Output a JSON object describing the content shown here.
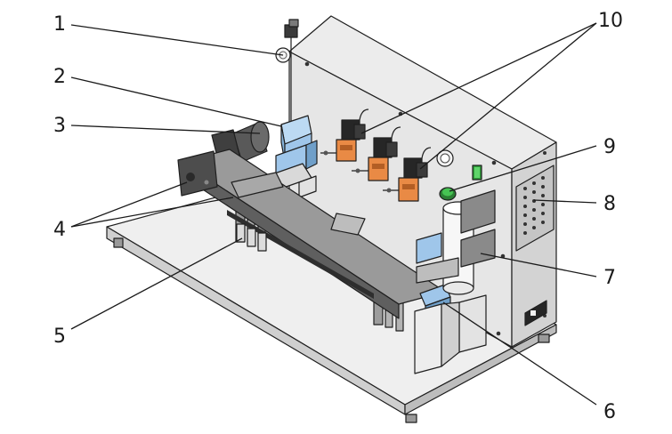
{
  "figure": {
    "title": "",
    "callouts": [
      {
        "id": "c1",
        "label": "1"
      },
      {
        "id": "c2",
        "label": "2"
      },
      {
        "id": "c3",
        "label": "3"
      },
      {
        "id": "c4",
        "label": "4"
      },
      {
        "id": "c5",
        "label": "5"
      },
      {
        "id": "c6",
        "label": "6"
      },
      {
        "id": "c7",
        "label": "7"
      },
      {
        "id": "c8",
        "label": "8"
      },
      {
        "id": "c9",
        "label": "9"
      },
      {
        "id": "c10",
        "label": "10"
      }
    ]
  },
  "colors": {
    "panel": "#e9e9e9",
    "panel_side": "#d4d4d4",
    "baseplate": "#efefef",
    "baseplate_side": "#cfcfcf",
    "conveyor": "#8e8e8e",
    "conveyor_dark": "#5f5f5f",
    "pneumatic_blue": "#9fc6ea",
    "valve_black": "#262626",
    "valve_orange": "#e98a45",
    "button_green": "#3fbf4a",
    "cylinder_white": "#f7f7f7"
  },
  "icons": {
    "machine": "pneumatic-conveyor-assembly-drawing"
  }
}
